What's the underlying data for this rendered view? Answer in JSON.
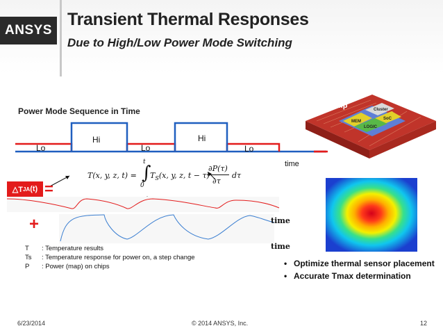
{
  "header": {
    "logo_text": "ANSYS",
    "title": "Transient Thermal Responses",
    "subtitle": "Due to High/Low Power Mode Switching"
  },
  "power_sequence": {
    "label": "Power Mode Sequence in Time",
    "modes": [
      {
        "label": "Lo"
      },
      {
        "label": "Hi"
      },
      {
        "label": "Lo"
      },
      {
        "label": "Hi"
      },
      {
        "label": "Lo"
      }
    ],
    "time_label": "time",
    "colors": {
      "lo": "#e31b1b",
      "hi": "#1f5fbf"
    }
  },
  "equation": {
    "lhs": "T(x, y, z, t) =",
    "integral_upper": "t",
    "integral_lower": "0",
    "integrand": "T",
    "integrand_sub": "S",
    "integrand_args": "(x, y, z, t − τ)",
    "fraction_num": "∂P(τ)",
    "fraction_den": "∂τ",
    "differential": "dτ"
  },
  "response_legend": {
    "label": "△T",
    "label_sub": "JA",
    "label_suffix": "(t)",
    "equals": "=",
    "plus": "+",
    "time_label_1": "time",
    "time_label_2": "time"
  },
  "definitions": [
    {
      "sym": "T",
      "sep": ":",
      "desc": "Temperature results"
    },
    {
      "sym": "Ts",
      "sep": ":",
      "desc": "Temperature response for power on, a step change"
    },
    {
      "sym": "P",
      "sep": ":",
      "desc": "Power (map) on chips"
    }
  ],
  "chip": {
    "label": "Chip",
    "blocks": [
      "MEM",
      "Cluster",
      "SoC",
      "LOGIC"
    ]
  },
  "bullets": [
    "Optimize thermal sensor placement",
    "Accurate Tmax determination"
  ],
  "footer": {
    "date": "6/23/2014",
    "copyright": "© 2014 ANSYS, Inc.",
    "page": "12"
  }
}
